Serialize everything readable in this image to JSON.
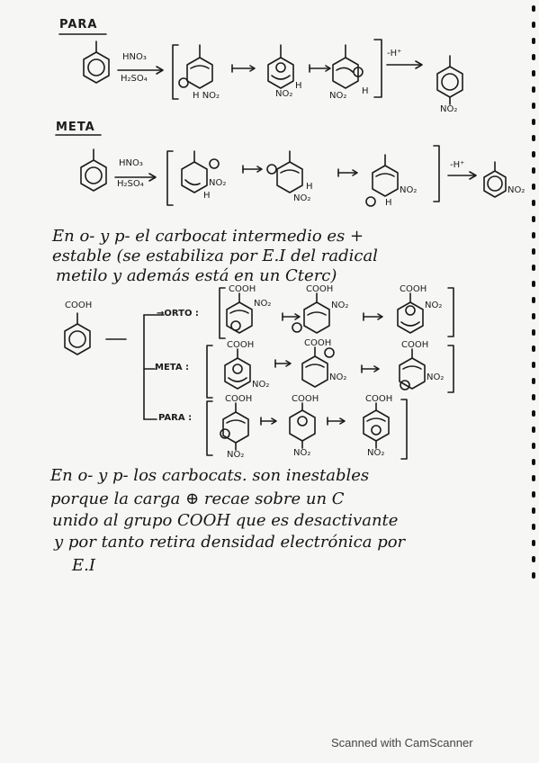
{
  "section_para": "PARA",
  "section_meta": "META",
  "reagent_top": "HNO₃",
  "reagent_bottom": "H₂SO₄",
  "minus_h": "-H⁺",
  "no2": "NO₂",
  "h": "H",
  "cooh": "COOH",
  "orto_label": "→ORTO :",
  "meta_label": "META :",
  "para_label": "PARA :",
  "para1_line1": "En o- y p- el carbocat intermedio es +",
  "para1_line2": "estable (se estabiliza por E.I del radical",
  "para1_line3": "metilo y además está en un Cterc)",
  "para2_line1": "En o- y p- los carbocats. son inestables",
  "para2_line2": "porque la carga ⊕ recae sobre un C",
  "para2_line3": "unido al grupo COOH que es desactivante",
  "para2_line4": "y por tanto retira densidad electrónica por",
  "para2_line5": "E.I",
  "footer": "Scanned with CamScanner"
}
